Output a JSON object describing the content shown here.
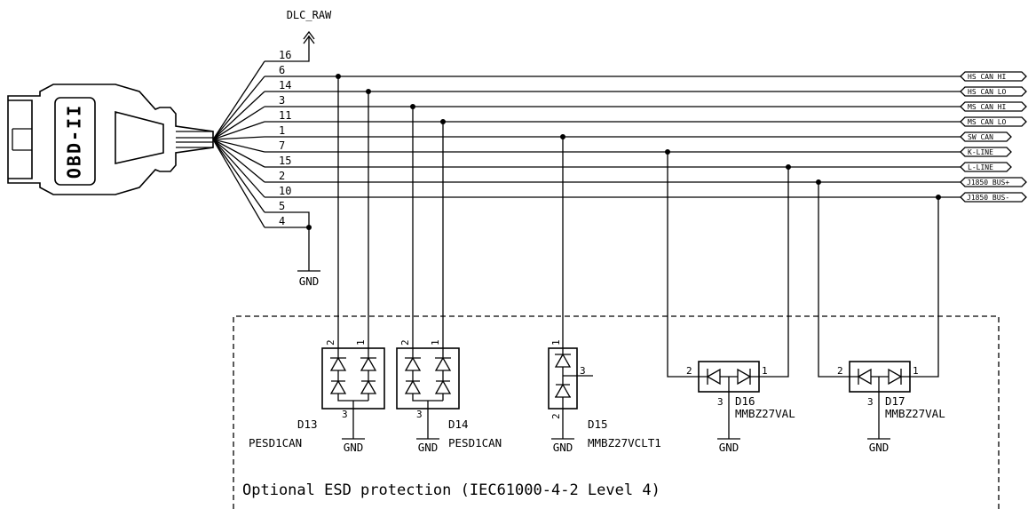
{
  "connector": {
    "label": "OBD-II",
    "power_net": "DLC_RAW",
    "ground_net": "GND",
    "pins": [
      "16",
      "6",
      "14",
      "3",
      "11",
      "1",
      "7",
      "15",
      "2",
      "10",
      "5",
      "4"
    ]
  },
  "nets": [
    "HS_CAN_HI",
    "HS_CAN_LO",
    "MS_CAN_HI",
    "MS_CAN_LO",
    "SW_CAN",
    "K-LINE",
    "L-LINE",
    "J1850_BUS+",
    "J1850_BUS-"
  ],
  "components": {
    "d13": {
      "ref": "D13",
      "value": "PESD1CAN",
      "pin_a": "2",
      "pin_b": "1",
      "pin_c": "3"
    },
    "d14": {
      "ref": "D14",
      "value": "PESD1CAN",
      "pin_a": "2",
      "pin_b": "1",
      "pin_c": "3"
    },
    "d15": {
      "ref": "D15",
      "value": "MMBZ27VCLT1",
      "pin_a": "1",
      "pin_b": "2",
      "pin_c": "3"
    },
    "d16": {
      "ref": "D16",
      "value": "MMBZ27VAL",
      "pin_a": "2",
      "pin_b": "1",
      "pin_c": "3"
    },
    "d17": {
      "ref": "D17",
      "value": "MMBZ27VAL",
      "pin_a": "2",
      "pin_b": "1",
      "pin_c": "3"
    }
  },
  "ground_label": "GND",
  "esd_note": "Optional ESD protection (IEC61000-4-2 Level 4)"
}
